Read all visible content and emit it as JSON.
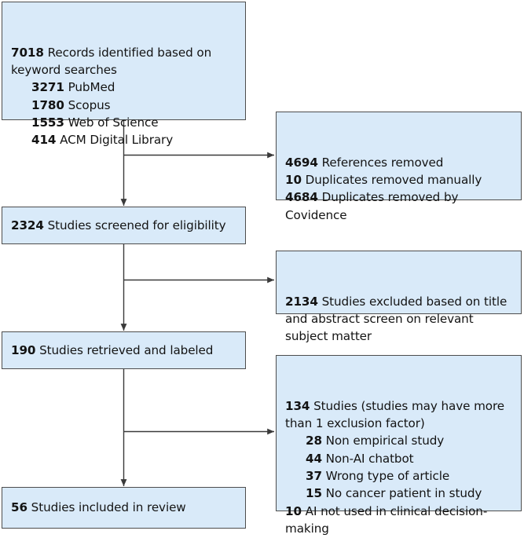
{
  "diagram": {
    "title": "PRISMA study selection flow diagram",
    "colors": {
      "node_fill": "#d9eaf9",
      "node_border": "#4d4d4d",
      "connector": "#3a3a3a",
      "text": "#131313",
      "background": "#ffffff"
    },
    "nodes": [
      {
        "id": "identification",
        "name": "records-identified-box",
        "count": "7018",
        "label": "Records identified based on keyword searches",
        "text": "7018 Records identified based on keyword searches",
        "sub_items": [
          {
            "count": "3271",
            "label": "PubMed"
          },
          {
            "count": "1780",
            "label": "Scopus"
          },
          {
            "count": "1553",
            "label": "Web of Science"
          },
          {
            "count": "414",
            "label": "ACM Digital Library"
          }
        ]
      },
      {
        "id": "references-removed",
        "name": "references-removed-box",
        "count": "4694",
        "label": "References removed",
        "text": "4694 References removed",
        "sub_items": [
          {
            "count": "10",
            "label": "Duplicates removed manually"
          },
          {
            "count": "4684",
            "label": "Duplicates removed by Covidence"
          }
        ]
      },
      {
        "id": "screened",
        "name": "studies-screened-box",
        "count": "2324",
        "label": "Studies screened for eligibility",
        "text": "2324 Studies screened for eligibility",
        "sub_items": []
      },
      {
        "id": "excluded-title-abstract",
        "name": "studies-excluded-box",
        "count": "2134",
        "label": "Studies excluded based on title and abstract screen on relevant subject matter",
        "text": "2134 Studies excluded based on title and abstract screen on relevant subject matter",
        "sub_items": []
      },
      {
        "id": "retrieved",
        "name": "studies-retrieved-box",
        "count": "190",
        "label": "Studies retrieved and labeled",
        "text": "190 Studies retrieved and labeled",
        "sub_items": []
      },
      {
        "id": "excluded-full",
        "name": "studies-excluded-factors-box",
        "count": "134",
        "label": "Studies (studies may have more than 1 exclusion factor)",
        "text": "134 Studies (studies may have more than 1 exclusion factor)",
        "sub_items": [
          {
            "count": "28",
            "label": "Non empirical study"
          },
          {
            "count": "44",
            "label": "Non-AI chatbot"
          },
          {
            "count": "37",
            "label": "Wrong type of article"
          },
          {
            "count": "15",
            "label": "No cancer patient in study"
          },
          {
            "count": "10",
            "label": "AI not used in clinical decision-making"
          }
        ]
      },
      {
        "id": "included",
        "name": "studies-included-box",
        "count": "56",
        "label": "Studies included in review",
        "text": "56 Studies included in review",
        "sub_items": []
      }
    ]
  }
}
